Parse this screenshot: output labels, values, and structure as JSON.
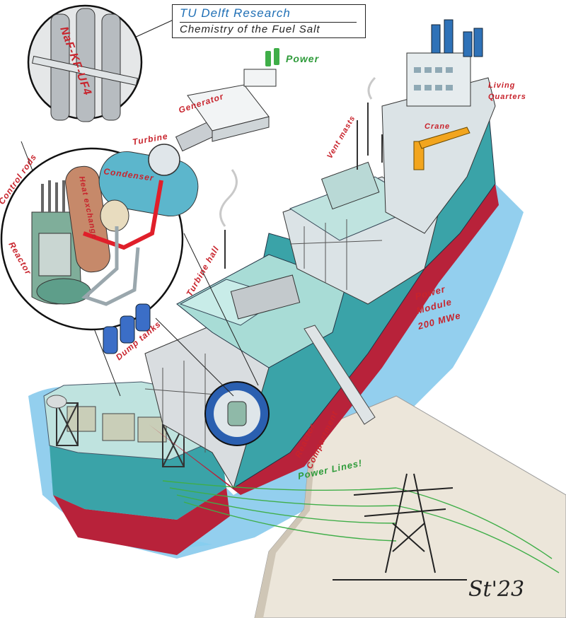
{
  "title": {
    "line1": "TU Delft Research",
    "line2": "Chemistry of the Fuel Salt"
  },
  "labels": {
    "power": "Power",
    "generator": "Generator",
    "turbine": "Turbine",
    "condenser": "Condenser",
    "heat_exchange": "Heat exchange",
    "control_rods": "Control rods",
    "reactor": "Reactor",
    "dump_tanks": "Dump tanks",
    "turbine_hall": "Turbine hall",
    "vent_masts": "Vent masts",
    "crane": "Crane",
    "living_quarters_1": "Living",
    "living_quarters_2": "Quarters",
    "power_module_1": "Power",
    "power_module_2": "Module",
    "power_module_3": "200 MWe",
    "reactor_compartment_1": "Reactor",
    "reactor_compartment_2": "Compartment",
    "power_lines": "Power Lines!",
    "fuel_salt": "NaF-KF-UF4"
  },
  "signature": "St'23",
  "colors": {
    "label_red": "#c8232c",
    "label_green": "#2e9b3a",
    "title_blue": "#1f6fb5",
    "hull_teal": "#3aa3a8",
    "hull_red": "#b8223a",
    "deck": "#bfe3df",
    "water": "#3ba7e0",
    "pier": "#ece6da"
  }
}
